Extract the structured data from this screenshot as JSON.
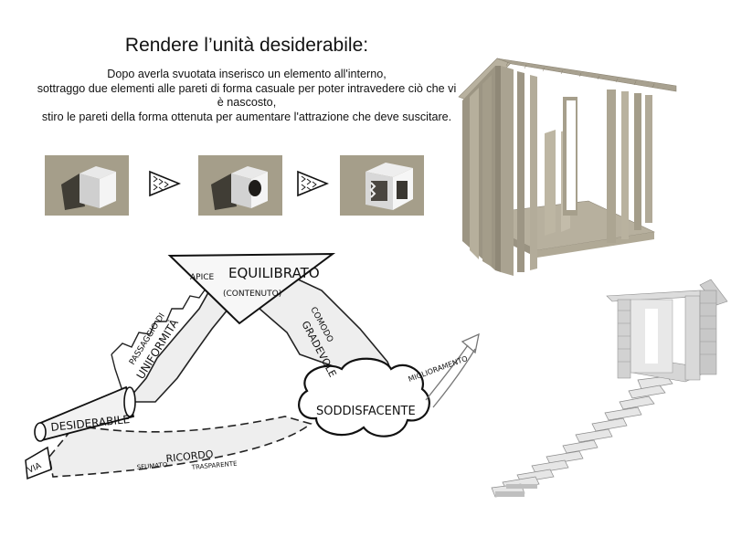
{
  "header": {
    "title": "Rendere l’unità desiderabile:",
    "lines": [
      "Dopo averla svuotata inserisco un elemento all'interno,",
      "sottraggo due elementi alle pareti di forma casuale per poter intravedere ciò che vi",
      "è nascosto,",
      "stiro le pareti della forma ottenuta per aumentare l'attrazione che deve suscitare."
    ]
  },
  "sketch": {
    "apice": "APICE",
    "equilibrato": "EQUILIBRATO",
    "contenuto": "(CONTENUTO)",
    "comodo": "COMODO",
    "gradevole": "GRADEVOLE",
    "passaggio": "PASSAGGIO DI",
    "uniformita": "UNIFORMITÀ",
    "desiderabile": "DESIDERABILE",
    "soddisfacente": "SODDISFACENTE",
    "miglioramento": "MIGLIORAMENTO",
    "ricordo": "RICORDO",
    "sfumato": "SFUMATO",
    "trasparente": "TRASPARENTE",
    "via": "VIA"
  },
  "colors": {
    "thumb_bg": "#a59e8a",
    "house_main": "#a8a190",
    "house_light": "#e2e2e2"
  }
}
